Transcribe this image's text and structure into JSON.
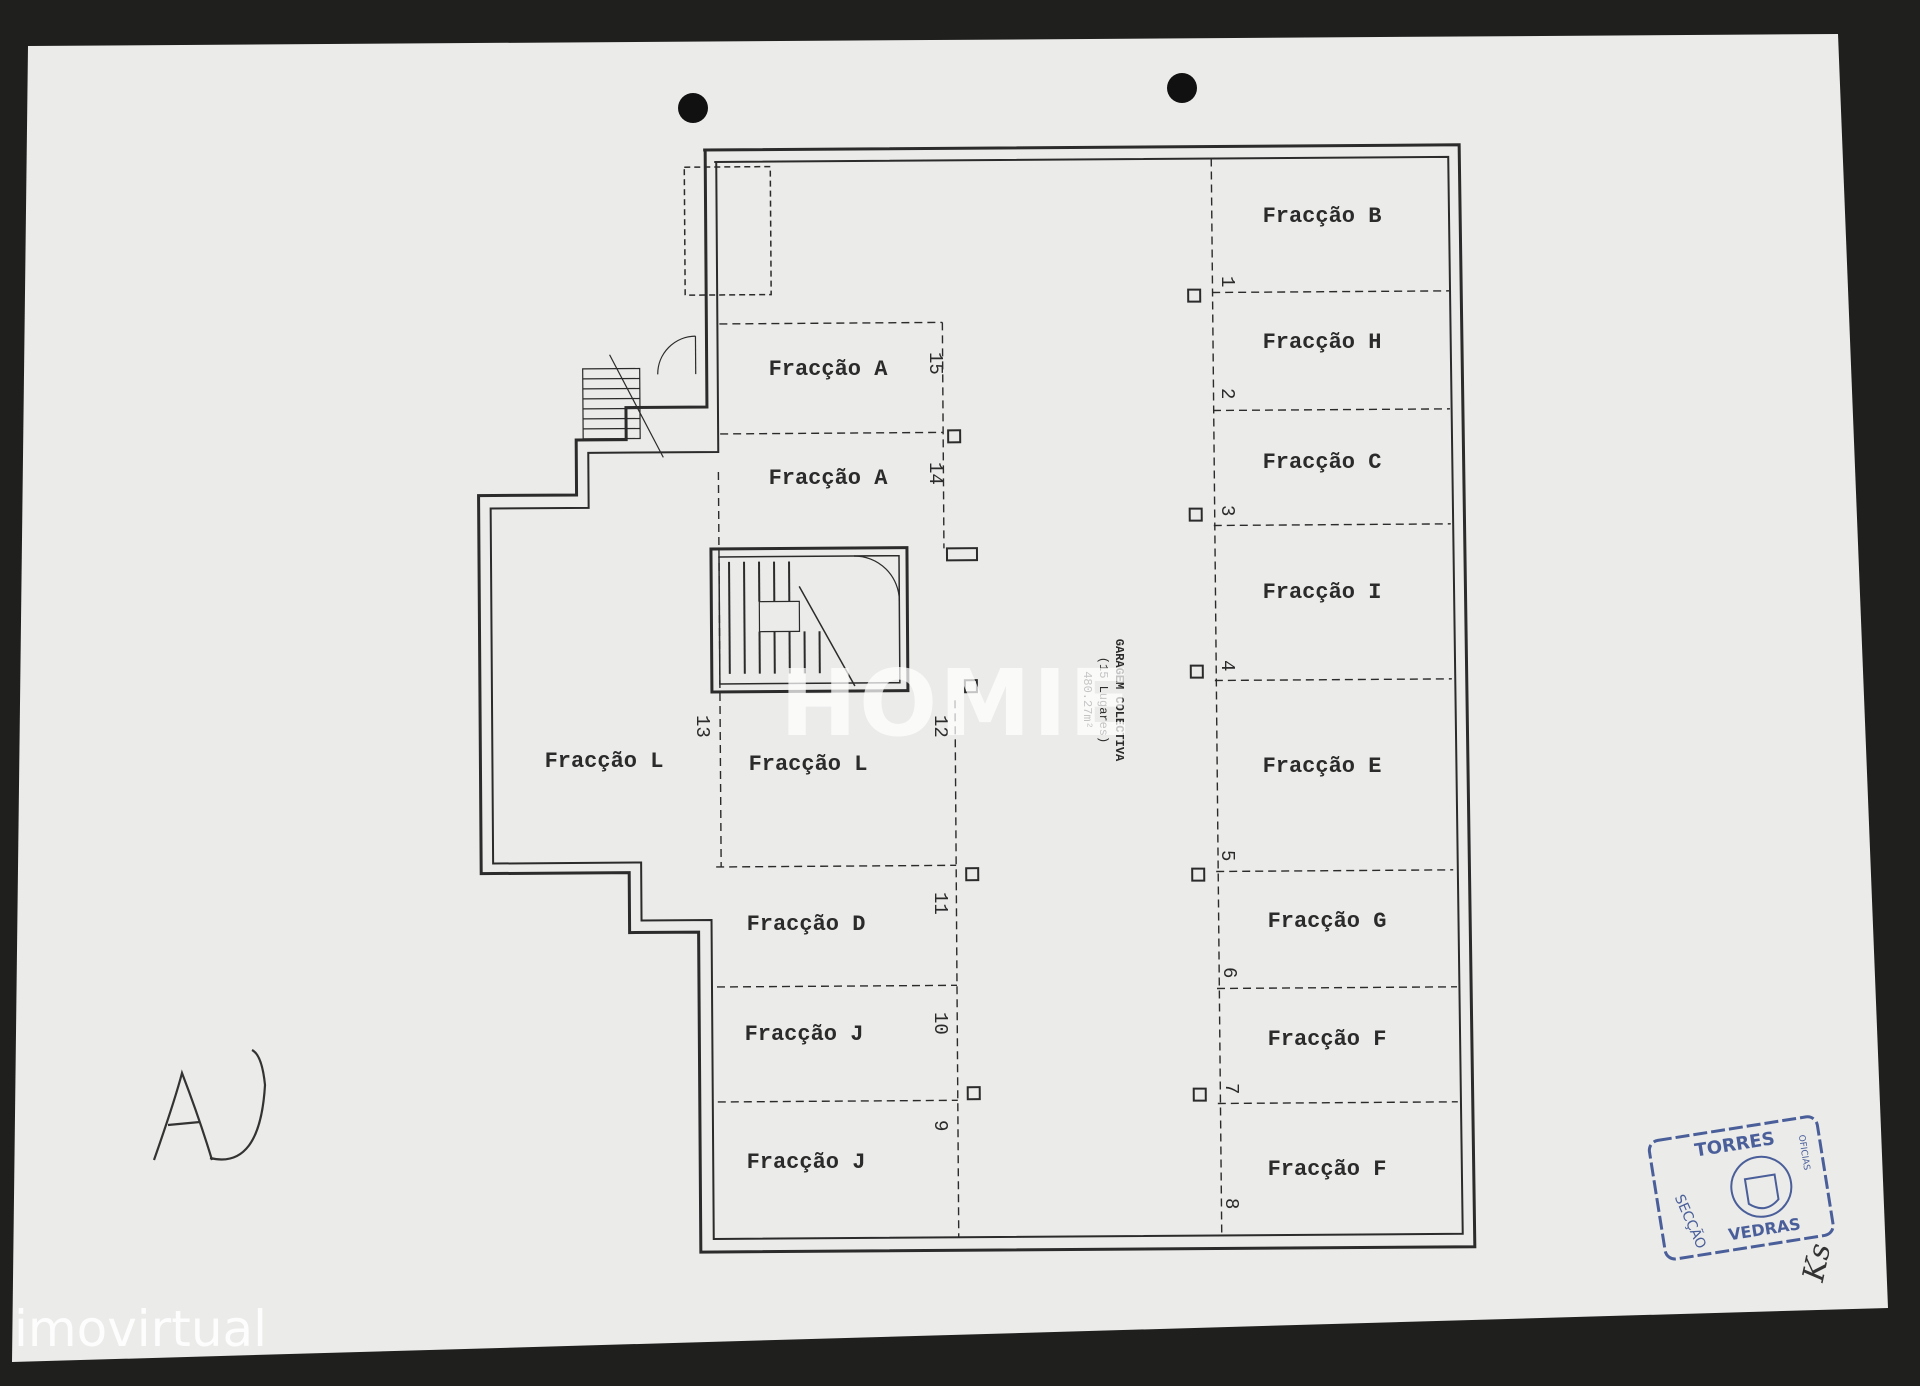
{
  "plan": {
    "units": [
      {
        "id": "u-b",
        "label": "Fracção B"
      },
      {
        "id": "u-h",
        "label": "Fracção H"
      },
      {
        "id": "u-c",
        "label": "Fracção C"
      },
      {
        "id": "u-i",
        "label": "Fracção I"
      },
      {
        "id": "u-e",
        "label": "Fracção E"
      },
      {
        "id": "u-g",
        "label": "Fracção G"
      },
      {
        "id": "u-f1",
        "label": "Fracção F"
      },
      {
        "id": "u-f2",
        "label": "Fracção F"
      },
      {
        "id": "u-a1",
        "label": "Fracção A"
      },
      {
        "id": "u-a2",
        "label": "Fracção A"
      },
      {
        "id": "u-l1",
        "label": "Fracção L"
      },
      {
        "id": "u-l2",
        "label": "Fracção L"
      },
      {
        "id": "u-d",
        "label": "Fracção D"
      },
      {
        "id": "u-j1",
        "label": "Fracção J"
      },
      {
        "id": "u-j2",
        "label": "Fracção J"
      }
    ],
    "space_numbers": [
      "1",
      "2",
      "3",
      "4",
      "5",
      "6",
      "7",
      "8",
      "9",
      "10",
      "11",
      "12",
      "13",
      "14",
      "15"
    ],
    "garage": {
      "line1": "GARAGEM COLECTIVA",
      "line2": "(15 Lugares)",
      "line3": "480.27m²"
    }
  },
  "annotations": {
    "handwritten": "A",
    "initials": "Ks"
  },
  "stamp": {
    "top": "TORRES",
    "middle": "SECÇÃO",
    "bottom": "VEDRAS",
    "left": "OFICIAS"
  },
  "watermarks": {
    "center": "HOMIE",
    "bottom_left": "imovirtual"
  },
  "colors": {
    "paper": "#ebebe9",
    "ink": "#2b2b2b",
    "stamp": "#4a5f9a",
    "table": "#1f1f1d"
  }
}
